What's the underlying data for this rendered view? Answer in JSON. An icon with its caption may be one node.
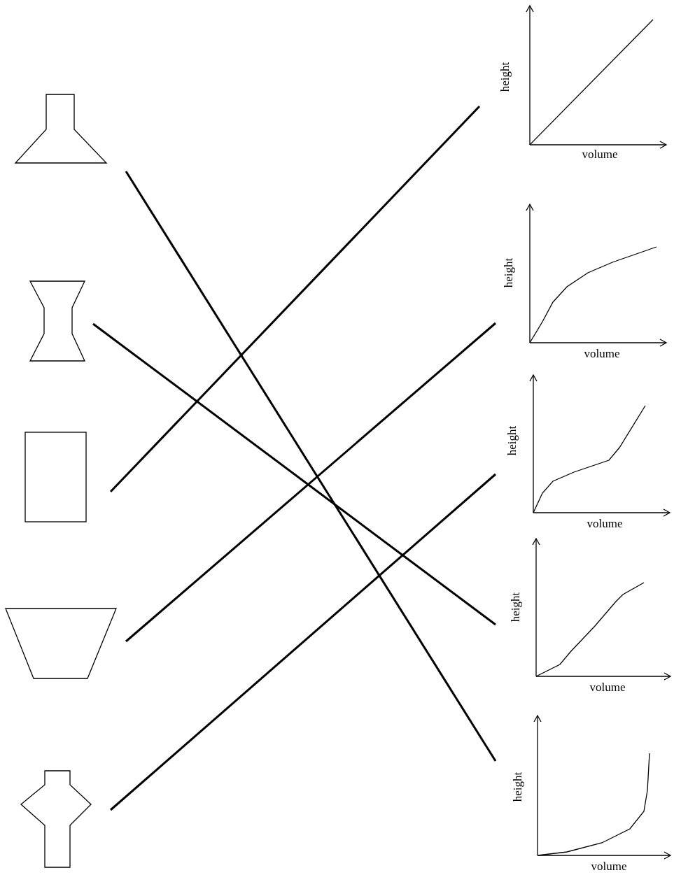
{
  "diagram": {
    "nodes": [
      {
        "text": [],
        "shape": "flask"
      },
      {
        "text": [],
        "shape": "hourglass"
      },
      {
        "text": [],
        "shape": "box"
      },
      {
        "text": [],
        "shape": "trapezoid"
      },
      {
        "text": [],
        "shape": "hexagon"
      },
      {
        "text": [
          "height",
          "volume"
        ]
      },
      {
        "text": [
          "height",
          "volume"
        ]
      },
      {
        "text": [
          "height",
          "volume"
        ]
      },
      {
        "text": [
          "height",
          "volume"
        ]
      },
      {
        "text": [
          "height",
          "volume"
        ]
      }
    ],
    "edges": [
      {
        "from": 0,
        "to": 9,
        "arrow": "none"
      },
      {
        "from": 1,
        "to": 8,
        "arrow": "none"
      },
      {
        "from": 2,
        "to": 5,
        "arrow": "none"
      },
      {
        "from": 3,
        "to": 6,
        "arrow": "none"
      },
      {
        "from": 4,
        "to": 7,
        "arrow": "none"
      }
    ]
  }
}
